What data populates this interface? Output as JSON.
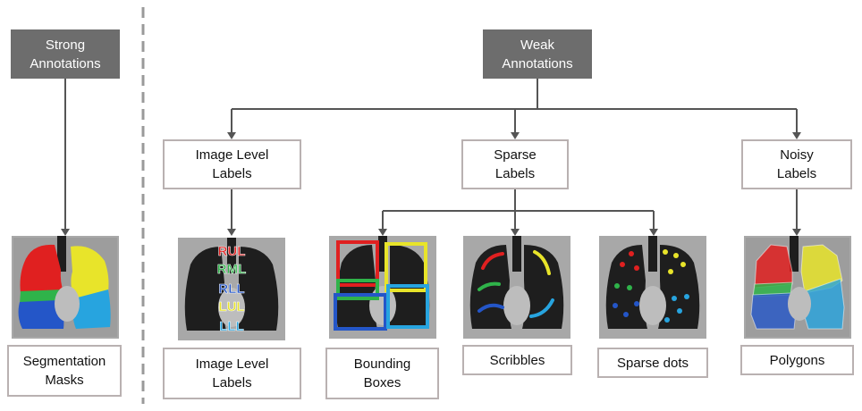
{
  "strong": {
    "header": "Strong\nAnnotations",
    "caption": "Segmentation\nMasks"
  },
  "weak": {
    "header": "Weak\nAnnotations",
    "categories": [
      {
        "label": "Image Level\nLabels"
      },
      {
        "label": "Sparse\nLabels"
      },
      {
        "label": "Noisy\nLabels"
      }
    ]
  },
  "examples": [
    {
      "caption": "Image Level\nLabels"
    },
    {
      "caption": "Bounding\nBoxes"
    },
    {
      "caption": "Scribbles"
    },
    {
      "caption": "Sparse dots"
    },
    {
      "caption": "Polygons"
    }
  ],
  "lobe_labels": [
    "RUL",
    "RML",
    "RLL",
    "LUL",
    "LLL"
  ],
  "colors": {
    "header_fill": "#6d6d6d",
    "box_border": "#b9b1b1",
    "connector": "#555555",
    "divider": "#9a9a9a",
    "RUL": "#e02020",
    "RML": "#2fb34a",
    "RLL": "#2456c8",
    "LUL": "#e8e42a",
    "LLL": "#27a4df"
  }
}
